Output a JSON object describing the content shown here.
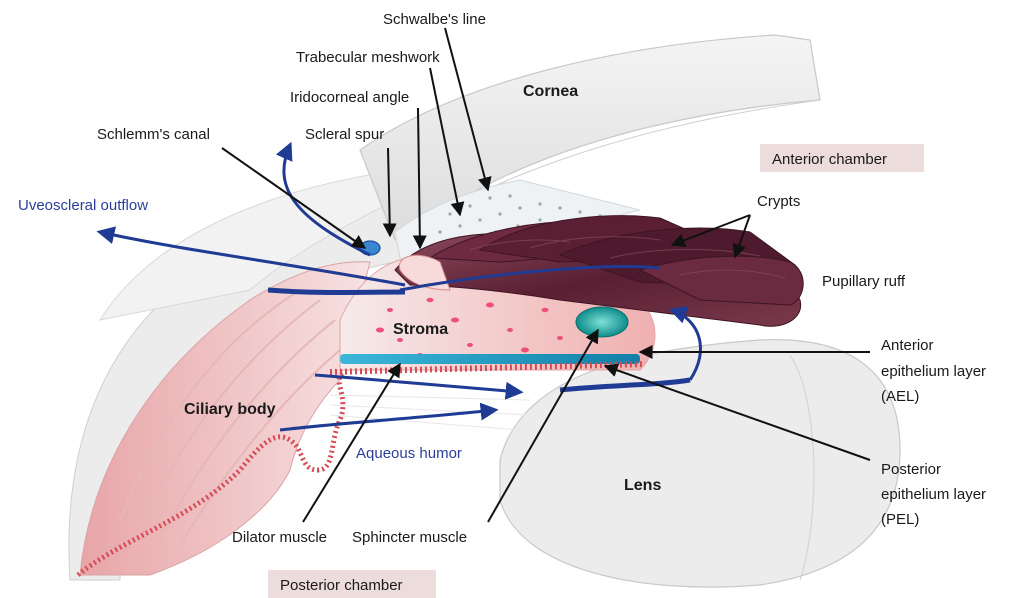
{
  "labels": {
    "schwalbes_line": "Schwalbe's line",
    "trabecular_meshwork": "Trabecular meshwork",
    "cornea": "Cornea",
    "iridocorneal_angle": "Iridocorneal angle",
    "schlemms_canal": "Schlemm's canal",
    "scleral_spur": "Scleral spur",
    "anterior_chamber": "Anterior chamber",
    "uveoscleral_outflow": "Uveoscleral outflow",
    "crypts": "Crypts",
    "pupillary_ruff": "Pupillary ruff",
    "stroma": "Stroma",
    "anterior_epithelium_line1": "Anterior",
    "anterior_epithelium_line2": "epithelium layer",
    "anterior_epithelium_line3": "(AEL)",
    "ciliary_body": "Ciliary body",
    "aqueous_humor": "Aqueous humor",
    "lens": "Lens",
    "posterior_epithelium_line1": "Posterior",
    "posterior_epithelium_line2": "epithelium layer",
    "posterior_epithelium_line3": "(PEL)",
    "dilator_muscle": "Dilator muscle",
    "sphincter_muscle": "Sphincter muscle",
    "posterior_chamber": "Posterior chamber"
  },
  "colors": {
    "flow_blue": "#1f3b94",
    "iris_maroon": "#5e2338",
    "stroma_pink": "#f4c3c3",
    "muscle_teal": "#1f9fc6",
    "chamber_label_bg": "#eddcdc",
    "tissue_gray": "#e9e9e9"
  }
}
